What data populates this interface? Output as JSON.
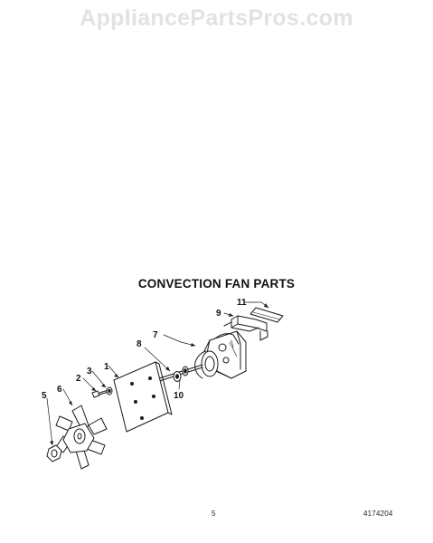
{
  "watermark": "AppliancePartsPros.com",
  "title": "CONVECTION FAN PARTS",
  "page_number": "5",
  "document_number": "4174204",
  "callouts": [
    {
      "label": "1",
      "part": "mounting-plate"
    },
    {
      "label": "2",
      "part": "screw"
    },
    {
      "label": "3",
      "part": "washer"
    },
    {
      "label": "5",
      "part": "nut"
    },
    {
      "label": "6",
      "part": "fan-blade"
    },
    {
      "label": "7",
      "part": "fan-motor"
    },
    {
      "label": "8",
      "part": "washer"
    },
    {
      "label": "9",
      "part": "bracket"
    },
    {
      "label": "10",
      "part": "nut"
    },
    {
      "label": "11",
      "part": "insulation-pad"
    }
  ]
}
